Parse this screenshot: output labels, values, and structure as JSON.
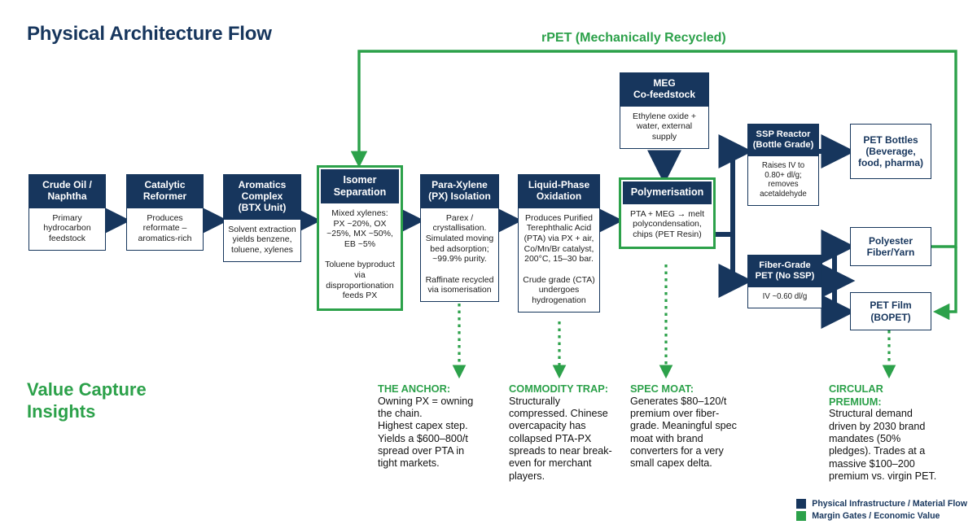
{
  "header": {
    "title": "Physical Architecture Flow",
    "insights_title": "Value Capture Insights",
    "recycle_label": "rPET (Mechanically Recycled)"
  },
  "colors": {
    "navy": "#17365d",
    "green": "#2ca14a",
    "body_text": "#1c1c1c",
    "white": "#ffffff"
  },
  "nodes": {
    "crude": {
      "title": "Crude Oil /\nNaphtha",
      "body": [
        "Primary hydrocarbon feedstock"
      ]
    },
    "reformer": {
      "title": "Catalytic\nReformer",
      "body": [
        "Produces reformate – aromatics-rich"
      ]
    },
    "btx": {
      "title": "Aromatics\nComplex\n(BTX Unit)",
      "body": [
        "Solvent extraction yields benzene, toluene, xylenes"
      ]
    },
    "isomer": {
      "title": "Isomer\nSeparation",
      "body": [
        "Mixed xylenes: PX ~20%, OX ~25%, MX ~50%, EB ~5%",
        "Toluene byproduct via disproportionation feeds PX"
      ]
    },
    "px": {
      "title": "Para-Xylene\n(PX) Isolation",
      "body": [
        "Parex / crystallisation. Simulated moving bed adsorption; ~99.9% purity.",
        "Raffinate recycled via isomerisation"
      ]
    },
    "lpo": {
      "title": "Liquid-Phase\nOxidation",
      "body": [
        "Produces Purified Terephthalic Acid (PTA) via PX + air, Co/Mn/Br catalyst, 200°C, 15–30 bar.",
        "Crude grade (CTA) undergoes hydrogenation"
      ]
    },
    "meg": {
      "title": "MEG\nCo-feedstock",
      "body": [
        "Ethylene oxide + water, external supply"
      ]
    },
    "poly": {
      "title": "Polymerisation",
      "body": [
        "PTA + MEG → melt polycondensation, chips (PET Resin)"
      ]
    },
    "ssp": {
      "title": "SSP Reactor\n(Bottle Grade)",
      "body": [
        "Raises IV to 0.80+ dl/g; removes acetaldehyde"
      ]
    },
    "fiber_grade": {
      "title": "Fiber-Grade\nPET (No SSP)",
      "body": [
        "IV ~0.60 dl/g"
      ]
    },
    "bottles": {
      "title": "PET Bottles\n(Beverage,\nfood, pharma)"
    },
    "polyester": {
      "title": "Polyester\nFiber/Yarn"
    },
    "film": {
      "title": "PET Film\n(BOPET)"
    }
  },
  "insights": [
    {
      "key": "anchor",
      "title": "THE ANCHOR:",
      "text": "Owning PX = owning the chain.\nHighest capex step. Yields a $600–800/t spread over PTA in tight markets."
    },
    {
      "key": "commodity",
      "title": "COMMODITY TRAP:",
      "text": "Structurally compressed. Chinese overcapacity has collapsed PTA-PX spreads to near break-even for merchant players."
    },
    {
      "key": "spec",
      "title": "SPEC MOAT:",
      "text": "Generates $80–120/t premium over fiber-grade. Meaningful spec moat with brand converters for a very small capex delta."
    },
    {
      "key": "circular",
      "title": "CIRCULAR PREMIUM:",
      "text": "Structural demand driven by 2030 brand mandates (50% pledges). Trades at a massive $100–200 premium vs. virgin PET."
    }
  ],
  "legend": [
    {
      "swatch": "navy",
      "label": "Physical Infrastructure / Material Flow"
    },
    {
      "swatch": "green",
      "label": "Margin Gates / Economic Value"
    }
  ]
}
